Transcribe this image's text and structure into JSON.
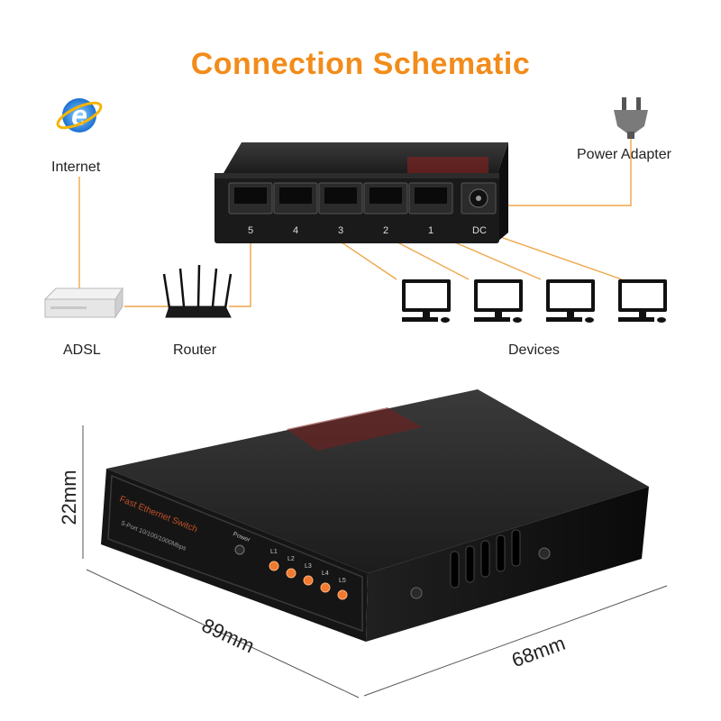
{
  "title": "Connection Schematic",
  "labels": {
    "internet": "Internet",
    "adsl": "ADSL",
    "router": "Router",
    "devices": "Devices",
    "power_adapter": "Power Adapter"
  },
  "ports": [
    "5",
    "4",
    "3",
    "2",
    "1"
  ],
  "dc_label": "DC",
  "dimensions": {
    "height": "22mm",
    "length": "89mm",
    "width": "68mm"
  },
  "front_panel": {
    "brand_text": "Fast Ethernet Switch",
    "spec_text": "5-Port 10/100/1000Mbps",
    "power_label": "Power",
    "leds": [
      "L1",
      "L2",
      "L3",
      "L4",
      "L5"
    ]
  },
  "colors": {
    "title": "#f28c1a",
    "wire": "#f0a64a",
    "led": "#f07a30"
  }
}
